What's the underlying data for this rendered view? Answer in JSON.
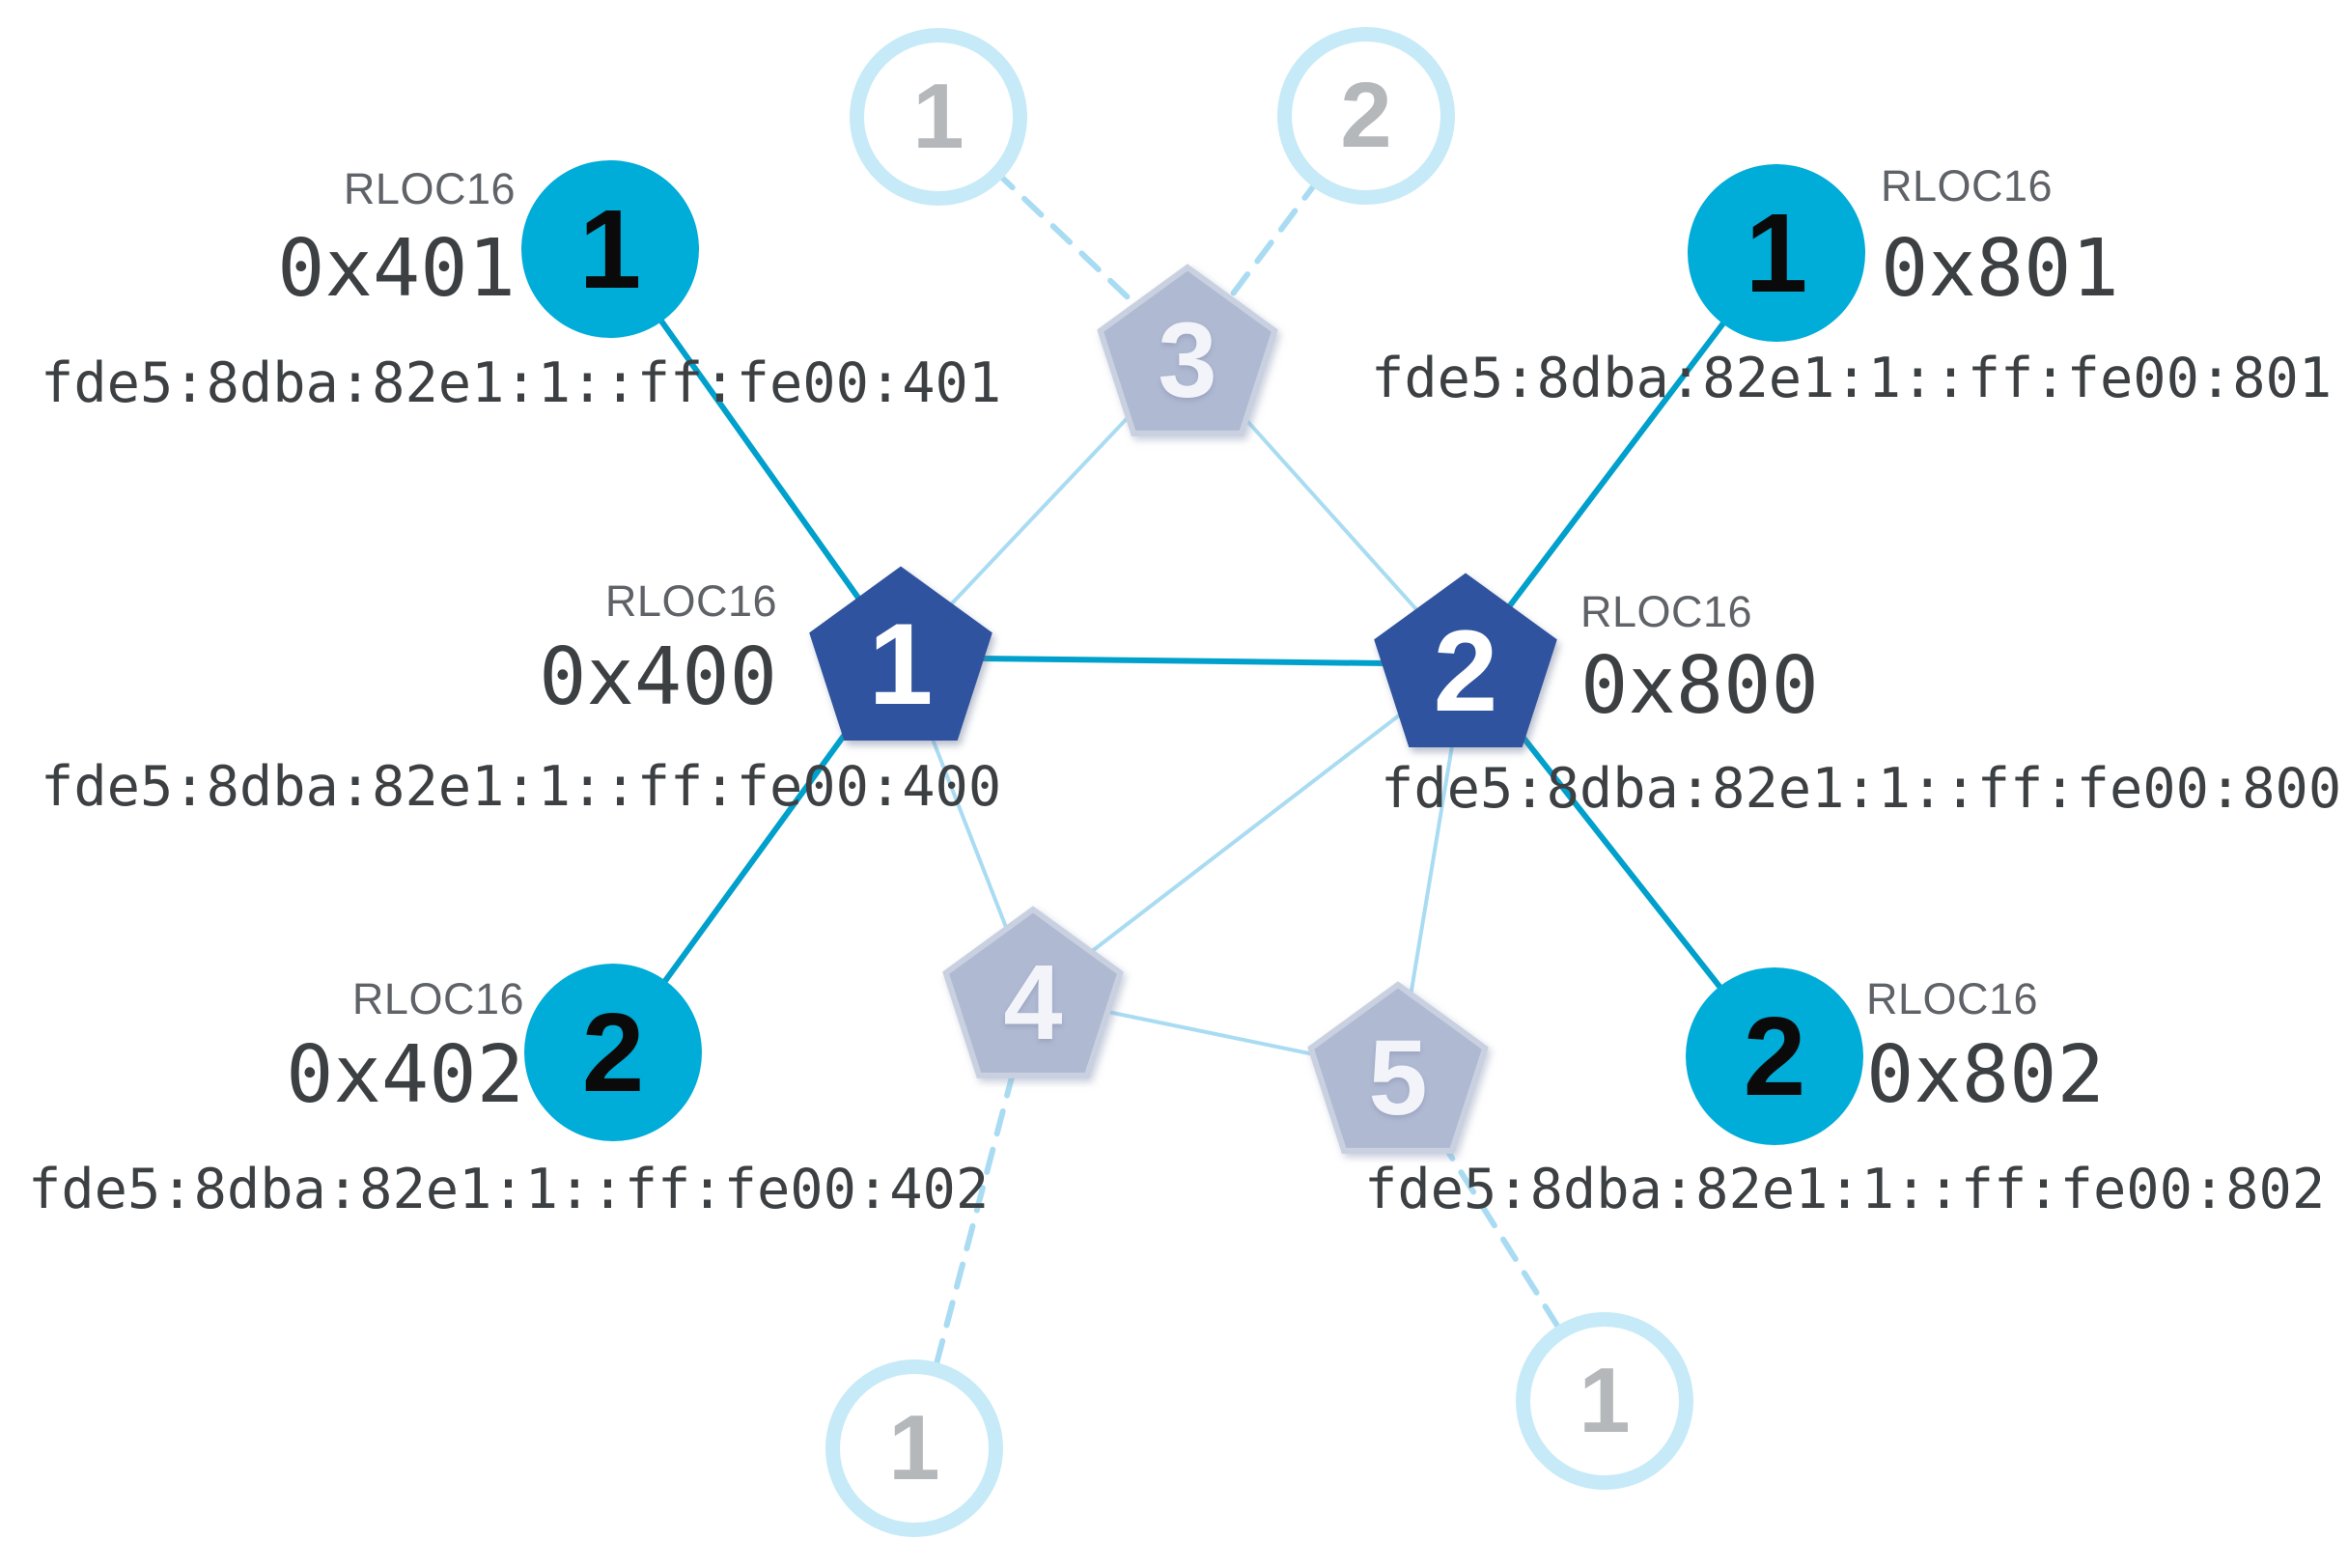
{
  "labels": {
    "rloc16": "RLOC16"
  },
  "router1": {
    "num": "1",
    "hex": "0x400",
    "ipv6": "fde5:8dba:82e1:1::ff:fe00:400"
  },
  "router2": {
    "num": "2",
    "hex": "0x800",
    "ipv6": "fde5:8dba:82e1:1::ff:fe00:800"
  },
  "child401": {
    "num": "1",
    "hex": "0x401",
    "ipv6": "fde5:8dba:82e1:1::ff:fe00:401"
  },
  "child402": {
    "num": "2",
    "hex": "0x402",
    "ipv6": "fde5:8dba:82e1:1::ff:fe00:402"
  },
  "child801": {
    "num": "1",
    "hex": "0x801",
    "ipv6": "fde5:8dba:82e1:1::ff:fe00:801"
  },
  "child802": {
    "num": "2",
    "hex": "0x802",
    "ipv6": "fde5:8dba:82e1:1::ff:fe00:802"
  },
  "faded": {
    "router3": "3",
    "router4": "4",
    "router5": "5",
    "child_top_1": "1",
    "child_top_2": "2",
    "child_bottom_left": "1",
    "child_bottom_right": "1"
  },
  "colors": {
    "router_pentagon": "#2F539E",
    "child_circle": "#00ACD8",
    "link_strong": "#00A0CC",
    "link_faded": "#A9DCF2",
    "faded_ring": "#C6EAF7",
    "faded_pentagon": "#AFB9D2",
    "label_gray": "#5F6368",
    "text_dark": "#3C4043"
  }
}
